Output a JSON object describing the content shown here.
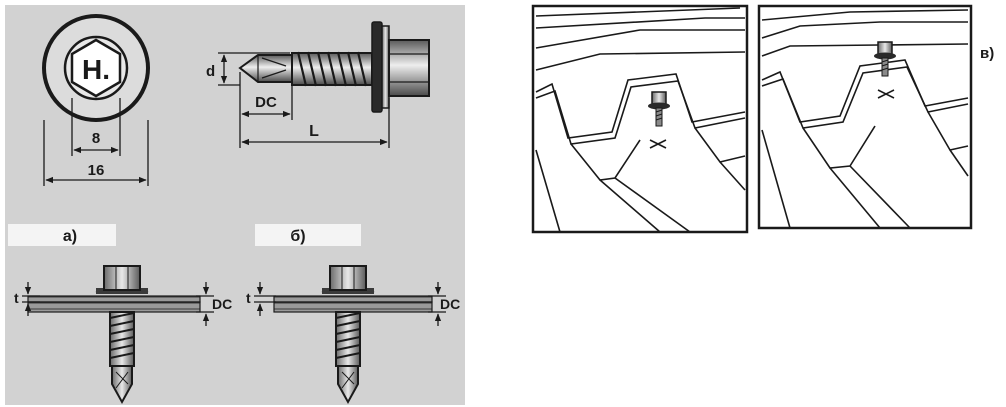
{
  "head_view": {
    "head_letter": "H.",
    "inner_dim": "8",
    "outer_dim": "16"
  },
  "side_view": {
    "diameter_label": "d",
    "drill_label": "DC",
    "length_label": "L"
  },
  "variant_a": {
    "caption": "а)",
    "thickness_label": "t",
    "dc_label": "DC"
  },
  "variant_b": {
    "caption": "б)",
    "thickness_label": "t",
    "dc_label": "DC"
  },
  "roof_panels": {
    "caption": "в)"
  },
  "colors": {
    "left_panel_bg": "#d2d2d2",
    "ink": "#1a1a1a",
    "caption_bar": "#f4f4f4"
  }
}
